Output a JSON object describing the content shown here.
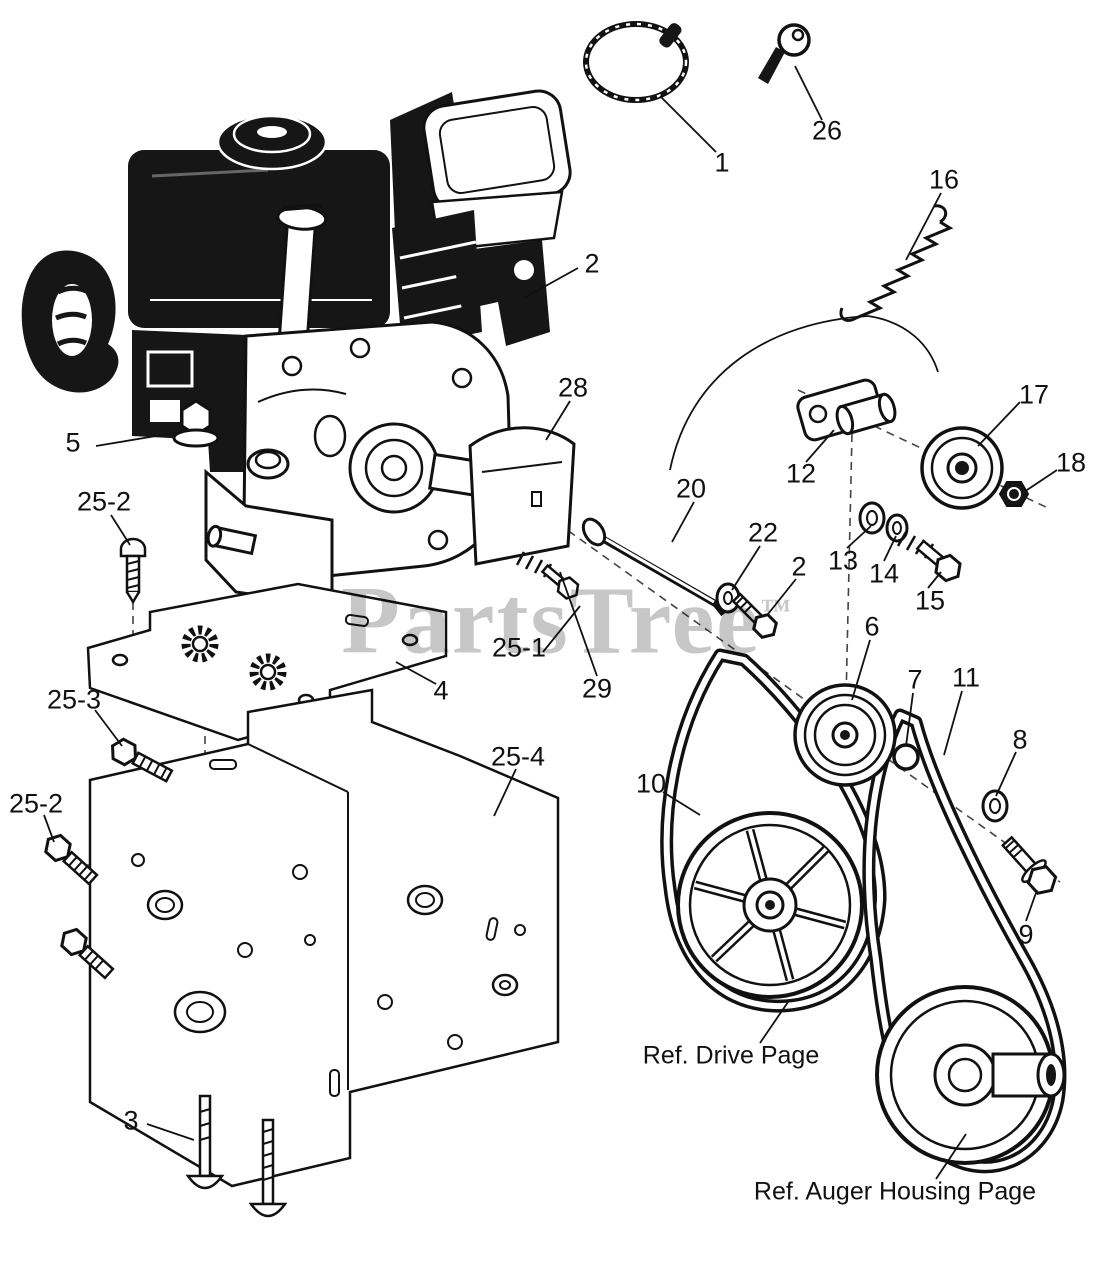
{
  "watermark": {
    "text": "PartsTree",
    "tm": "™"
  },
  "diagram": {
    "callouts": {
      "p1": "1",
      "p26": "26",
      "p16": "16",
      "p2": "2",
      "p17": "17",
      "p18": "18",
      "p12": "12",
      "p28": "28",
      "p5": "5",
      "p13": "13",
      "p14": "14",
      "p15": "15",
      "p20": "20",
      "p22": "22",
      "p2b": "2",
      "p25_2a": "25-2",
      "p6": "6",
      "p7": "7",
      "p11": "11",
      "p8": "8",
      "p9": "9",
      "p10": "10",
      "p25_1": "25-1",
      "p29": "29",
      "p4": "4",
      "p25_3": "25-3",
      "p25_2b": "25-2",
      "p25_4": "25-4",
      "p3": "3"
    },
    "references": {
      "drive": "Ref. Drive Page",
      "auger": "Ref. Auger Housing Page"
    }
  },
  "colors": {
    "line": "#111111",
    "background": "#ffffff",
    "watermark": "#c7c7c7"
  }
}
